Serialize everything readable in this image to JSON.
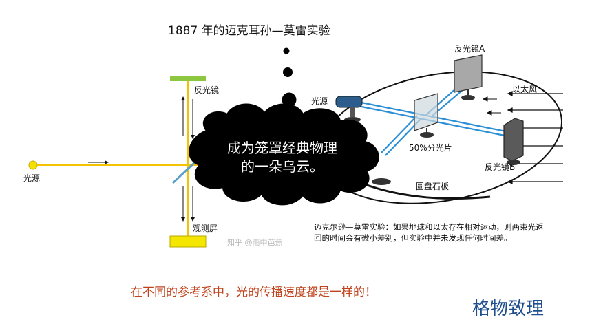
{
  "title": "1887 年的迈克耳孙—莫雷实验",
  "cloud_text_line1": "成为笼罩经典物理",
  "cloud_text_line2": "的一朵乌云。",
  "left_diagram": {
    "mirror_label": "反光镜",
    "source_label": "光源",
    "screen_label": "观测屏"
  },
  "right_diagram": {
    "mirror_a_label": "反光镜A",
    "mirror_b_label": "反光镜B",
    "source_label": "光源",
    "splitter_label": "50%分光片",
    "ether_wind_label": "以太风",
    "plate_label": "圆盘石板",
    "description": "迈克尔逊—莫雷实验：如果地球和以太存在相对运动，则两束光返回的时间会有微小差别，但实验中并未发现任何时间差。",
    "watermark": "知乎 @雨中芭蕉"
  },
  "caption": "在不同的参考系中，光的传播速度都是一样的！",
  "brand": "格物致理",
  "colors": {
    "beam_yellow": "#f2c400",
    "mirror_green": "#8dc63f",
    "screen_yellow": "#f5e600",
    "beam_blue": "#2b8fd6",
    "caption_orange": "#c0431c",
    "brand_blue": "#1f4f8f"
  }
}
